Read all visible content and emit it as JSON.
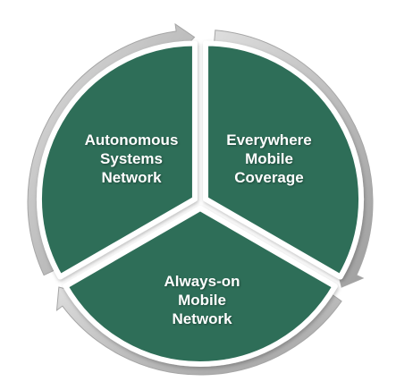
{
  "diagram": {
    "segments": [
      {
        "id": "left",
        "label_lines": [
          "Autonomous",
          "Systems",
          "Network"
        ]
      },
      {
        "id": "right",
        "label_lines": [
          "Everywhere",
          "Mobile",
          "Coverage"
        ]
      },
      {
        "id": "bottom",
        "label_lines": [
          "Always-on",
          "Mobile",
          "Network"
        ]
      }
    ]
  },
  "colors": {
    "segment_fill": "#2e6e58",
    "ring_light": "#d4d4d4",
    "ring_dark": "#a6a6a6",
    "label_text": "#ffffff",
    "background": "#ffffff"
  }
}
